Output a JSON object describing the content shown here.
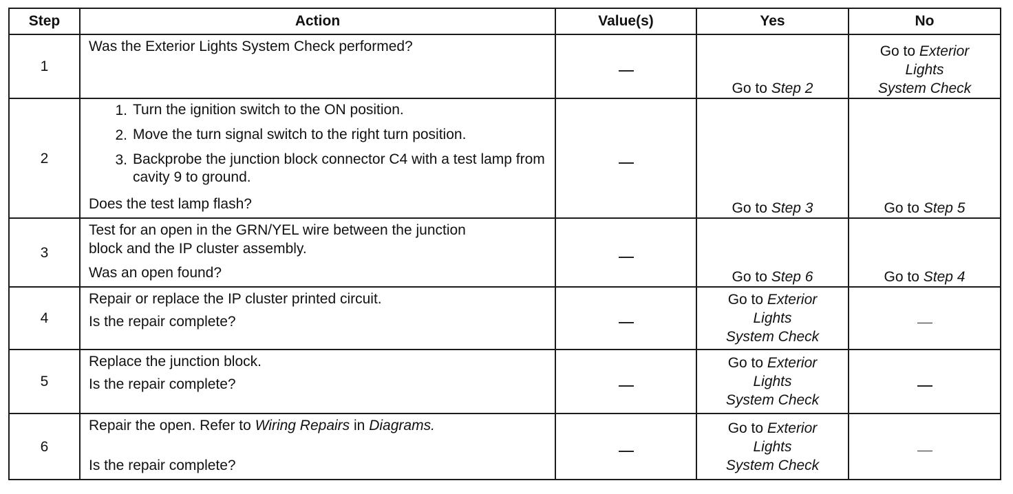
{
  "headers": {
    "step": "Step",
    "action": "Action",
    "values": "Value(s)",
    "yes": "Yes",
    "no": "No"
  },
  "go_to": "Go to",
  "rows": [
    {
      "step": "1",
      "action_text": "Was the Exterior Lights System Check performed?",
      "value": "—",
      "yes_target": "Step 2",
      "no_target_line1": "Exterior",
      "no_target_line2": "Lights",
      "no_target_line3": "System Check"
    },
    {
      "step": "2",
      "sub1": "Turn the ignition switch to the ON position.",
      "sub2": "Move the turn signal switch to the right turn position.",
      "sub3": "Backprobe the junction block connector C4 with a test lamp from cavity 9 to ground.",
      "num1": "1.",
      "num2": "2.",
      "num3": "3.",
      "question": "Does the test lamp flash?",
      "value": "—",
      "yes_target": "Step 3",
      "no_target": "Step 5"
    },
    {
      "step": "3",
      "action_text": "Test for an open in the GRN/YEL wire between the junction block and the IP cluster assembly.",
      "question": "Was an open found?",
      "value": "—",
      "yes_target": "Step 6",
      "no_target": "Step 4"
    },
    {
      "step": "4",
      "action_text": "Repair or replace the IP cluster printed circuit.",
      "question": "Is the repair complete?",
      "value": "—",
      "yes_target_line1": "Exterior",
      "yes_target_line2": "Lights",
      "yes_target_line3": "System Check",
      "no_value": "—"
    },
    {
      "step": "5",
      "action_text": "Replace the junction block.",
      "question": "Is the repair complete?",
      "value": "—",
      "yes_target_line1": "Exterior",
      "yes_target_line2": "Lights",
      "yes_target_line3": "System Check",
      "no_value": "—"
    },
    {
      "step": "6",
      "action_pre": "Repair the open. Refer to",
      "action_ref1": "Wiring Repairs",
      "action_mid": "in",
      "action_ref2": "Diagrams.",
      "question": "Is the repair complete?",
      "value": "—",
      "yes_target_line1": "Exterior",
      "yes_target_line2": "Lights",
      "yes_target_line3": "System Check",
      "no_value": "—"
    }
  ]
}
